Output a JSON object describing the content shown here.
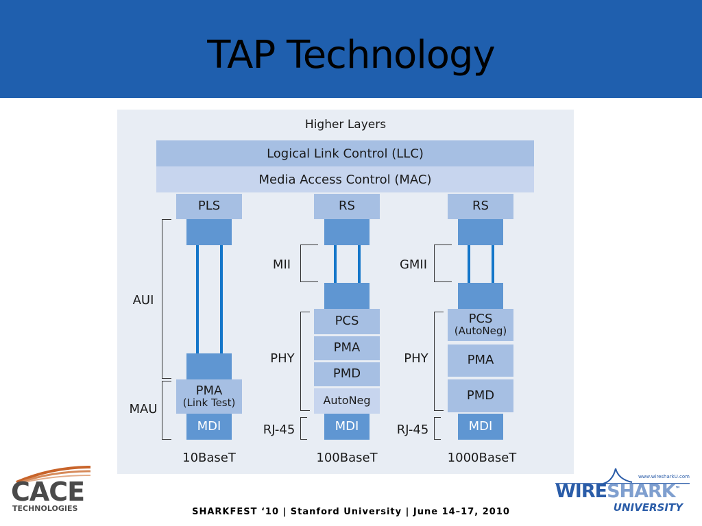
{
  "slide": {
    "title": "TAP Technology"
  },
  "diagram": {
    "higher_layers": "Higher Layers",
    "llc": "Logical Link Control (LLC)",
    "mac": "Media Access Control (MAC)",
    "col1": {
      "top": "PLS",
      "pma": "PMA",
      "pma_sub": "(Link Test)",
      "mdi": "MDI",
      "label_aui": "AUI",
      "label_mau": "MAU",
      "name": "10BaseT"
    },
    "col2": {
      "top": "RS",
      "pcs": "PCS",
      "pma": "PMA",
      "pmd": "PMD",
      "autoneg": "AutoNeg",
      "mdi": "MDI",
      "label_mii": "MII",
      "label_phy": "PHY",
      "label_rj45": "RJ-45",
      "name": "100BaseT"
    },
    "col3": {
      "top": "RS",
      "pcs": "PCS",
      "pcs_sub": "(AutoNeg)",
      "pma": "PMA",
      "pmd": "PMD",
      "mdi": "MDI",
      "label_gmii": "GMII",
      "label_phy": "PHY",
      "label_rj45": "RJ-45",
      "name": "1000BaseT"
    }
  },
  "logos": {
    "cace_main": "CACE",
    "cace_sub": "TECHNOLOGIES",
    "wireshark_url": "www.wiresharkU.com",
    "wireshark_main_a": "WIRE",
    "wireshark_main_b": "SHARK",
    "wireshark_tm": "™",
    "wireshark_sub": "UNIVERSITY"
  },
  "footer": {
    "text": "SHARKFEST ‘10  |  Stanford University  |  June 14–17, 2010"
  },
  "colors": {
    "header": "#1f5fae",
    "diagram_bg": "#e8edf4",
    "light_block": "#a6bfe3",
    "mid_block": "#5f96d2",
    "wire": "#1476c9",
    "cace_orange": "#c8642a",
    "wireshark_blue": "#2a5ca8"
  }
}
